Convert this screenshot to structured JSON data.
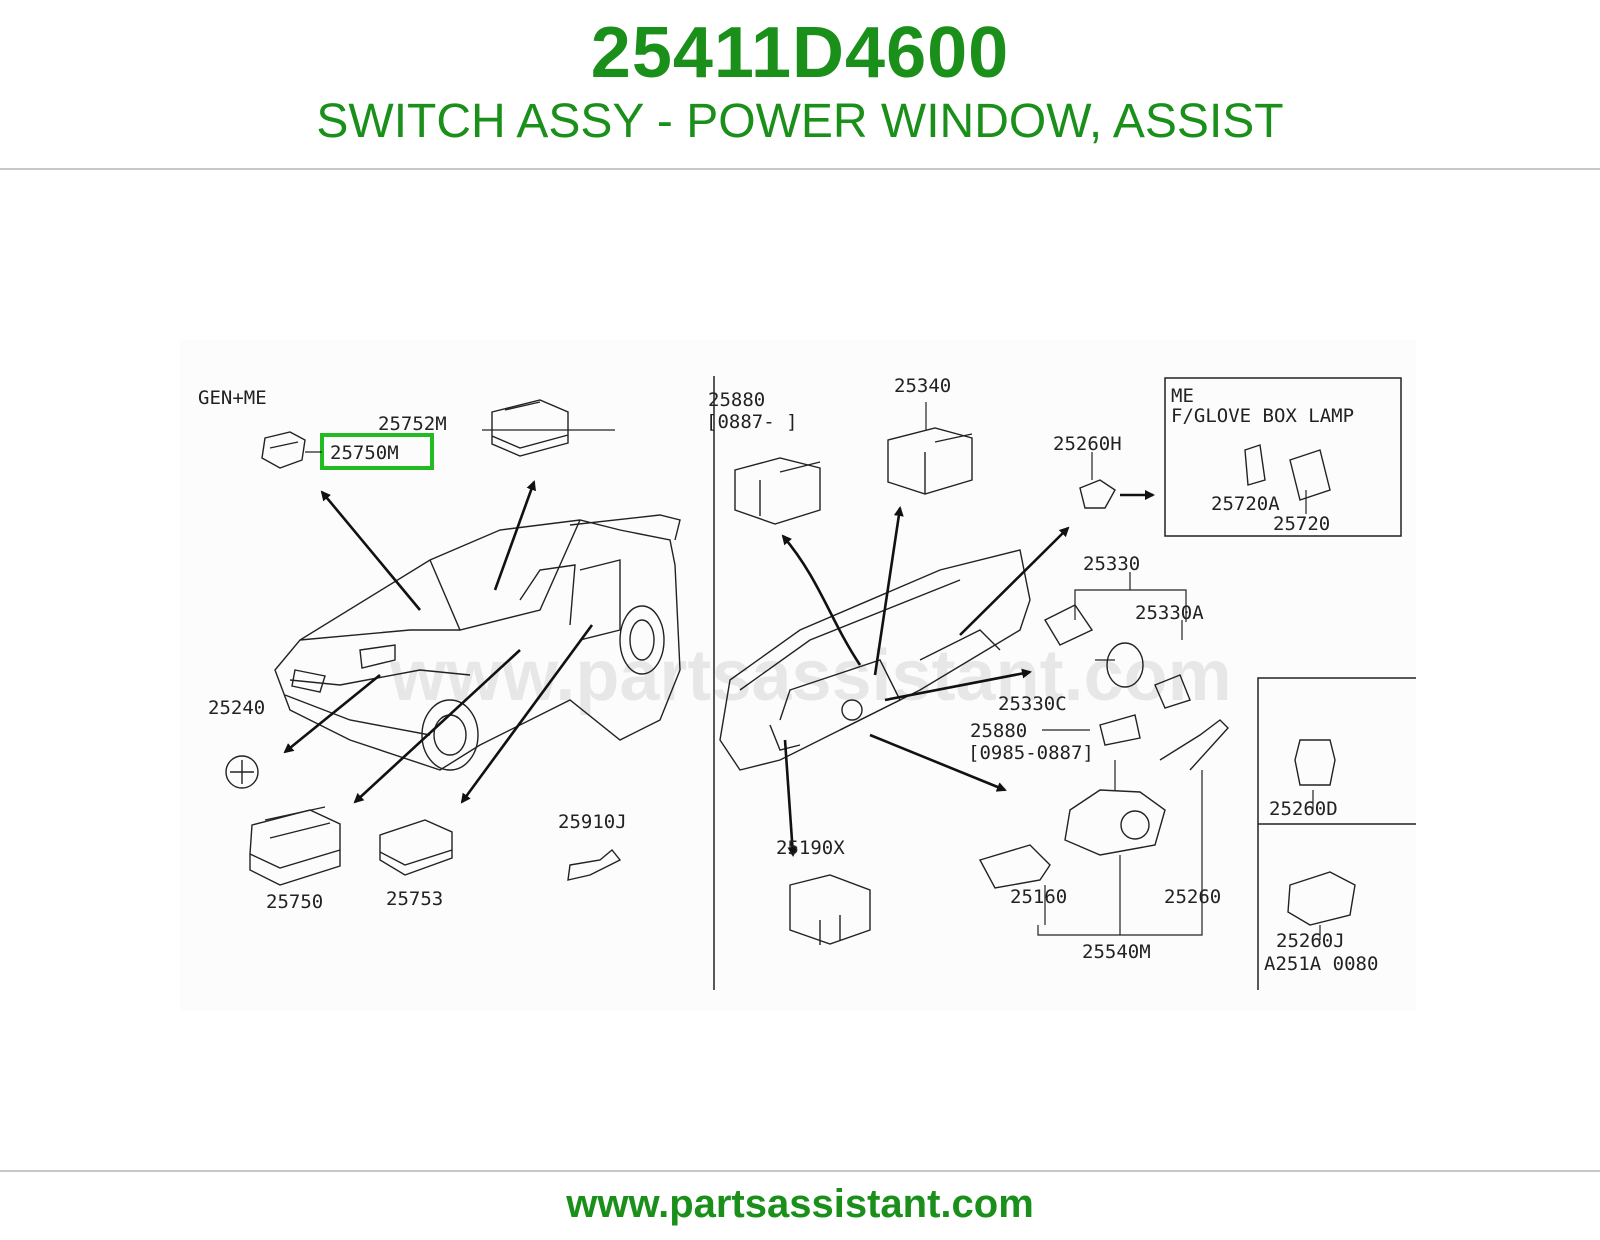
{
  "header": {
    "part_number": "25411D4600",
    "description": "SWITCH ASSY - POWER WINDOW, ASSIST"
  },
  "footer": {
    "url": "www.partsassistant.com"
  },
  "diagram": {
    "watermark": "www.partsassistant.com",
    "highlight_color": "#22bb22",
    "brand_color": "#1a8f1a",
    "labels": {
      "gen_me": "GEN+ME",
      "p25752M": "25752M",
      "p25750M": "25750M",
      "p25240": "25240",
      "p25750": "25750",
      "p25753": "25753",
      "p25910J": "25910J",
      "p25880_a": "25880",
      "p25880_a_range": "[0887-      ]",
      "p25340": "25340",
      "p25260H": "25260H",
      "me": "ME",
      "glove_box_lamp": "F/GLOVE BOX LAMP",
      "p25720A": "25720A",
      "p25720": "25720",
      "p25330": "25330",
      "p25330A": "25330A",
      "p25330C": "25330C",
      "p25880_b": "25880",
      "p25880_b_range": "[0985-0887]",
      "p25190X": "25190X",
      "p25160": "25160",
      "p25260": "25260",
      "p25540M": "25540M",
      "p25260D": "25260D",
      "p25260J": "25260J",
      "ref_code": "A251A 0080"
    }
  }
}
